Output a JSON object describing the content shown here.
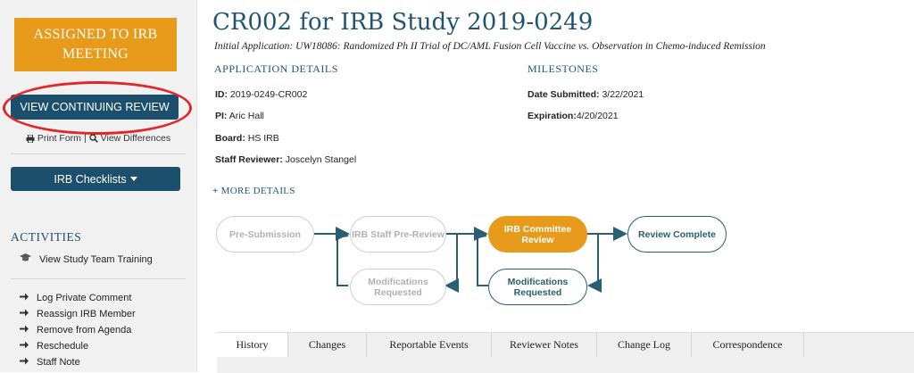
{
  "sidebar": {
    "status": "ASSIGNED TO IRB MEETING",
    "view_continuing_review": "VIEW CONTINUING REVIEW",
    "print_form": "Print Form",
    "separator": "|",
    "view_differences": "View Differences",
    "irb_checklists": "IRB Checklists",
    "activities_title": "ACTIVITIES",
    "view_training": "View Study Team Training",
    "actions": [
      "Log Private Comment",
      "Reassign IRB Member",
      "Remove from Agenda",
      "Reschedule",
      "Staff Note"
    ]
  },
  "header": {
    "title": "CR002 for IRB Study 2019-0249",
    "subtitle": "Initial Application: UW18086: Randomized Ph II Trial of DC/AML Fusion Cell Vaccine vs. Observation in Chemo-induced Remission"
  },
  "details": {
    "heading": "APPLICATION DETAILS",
    "id_label": "ID:",
    "id_value": "2019-0249-CR002",
    "pi_label": "PI:",
    "pi_value": "Aric Hall",
    "board_label": "Board:",
    "board_value": "HS IRB",
    "staff_label": "Staff Reviewer:",
    "staff_value": "Joscelyn Stangel"
  },
  "milestones": {
    "heading": "MILESTONES",
    "submitted_label": "Date Submitted:",
    "submitted_value": "3/22/2021",
    "expiration_label": "Expiration:",
    "expiration_value": "4/20/2021"
  },
  "more_details": "MORE DETAILS",
  "workflow": {
    "pre_submission": "Pre-Submission",
    "staff_pre_review": "IRB Staff Pre-Review",
    "committee_review": "IRB Committee Review",
    "review_complete": "Review Complete",
    "mods_requested_1": "Modifications Requested",
    "mods_requested_2": "Modifications Requested"
  },
  "tabs": [
    "History",
    "Changes",
    "Reportable Events",
    "Reviewer Notes",
    "Change Log",
    "Correspondence"
  ],
  "colors": {
    "accent": "#1c4f6b",
    "status": "#e89a1a",
    "highlight": "#e0282a"
  }
}
